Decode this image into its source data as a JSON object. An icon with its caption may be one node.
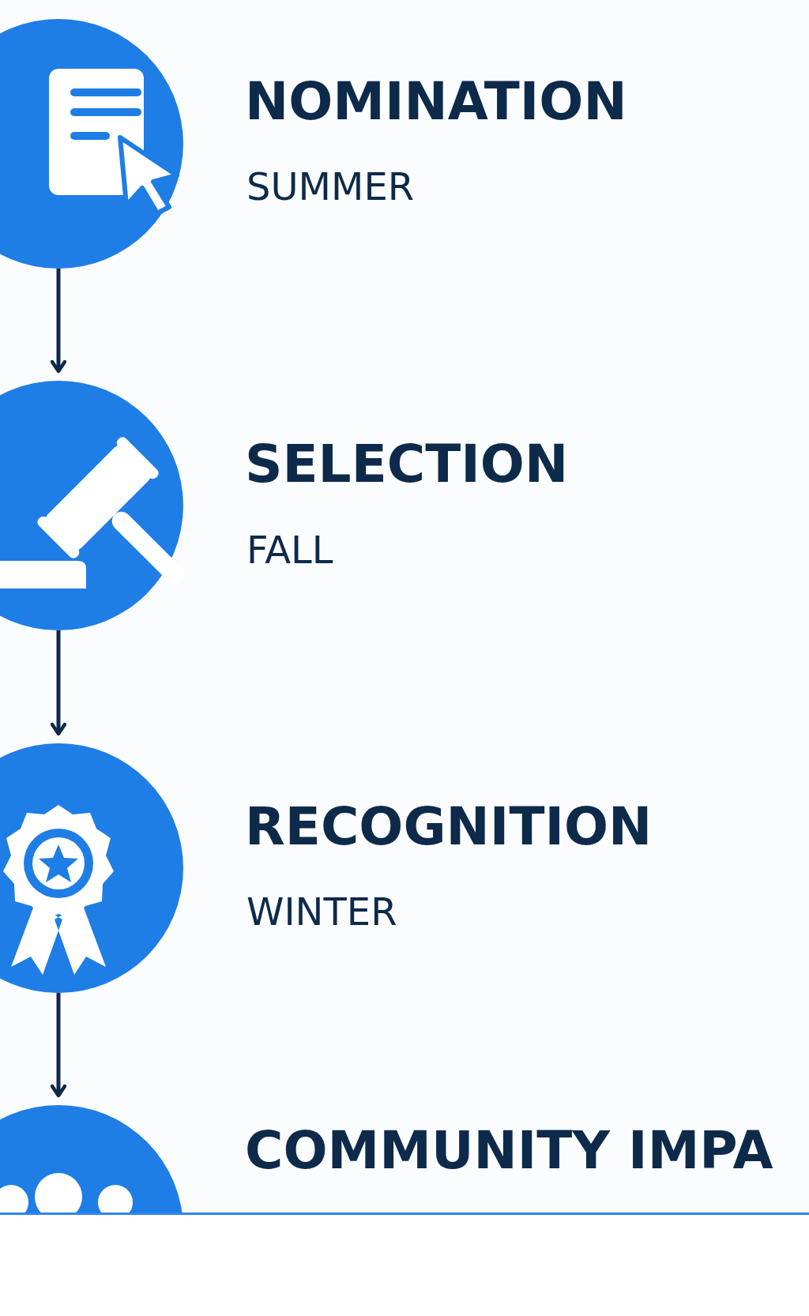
{
  "diagram": {
    "nodes": [
      {
        "text": [],
        "shape": "circle",
        "beside": [
          "NOMINATION",
          "SUMMER"
        ]
      },
      {
        "text": [],
        "shape": "circle",
        "beside": [
          "SELECTION",
          "FALL"
        ]
      },
      {
        "text": [],
        "shape": "circle",
        "beside": [
          "RECOGNITION",
          "WINTER"
        ]
      },
      {
        "text": [],
        "shape": "circle",
        "beside": [
          "COMMUNITY IMPA"
        ]
      }
    ],
    "edges": [
      {
        "from": 0,
        "to": 1,
        "arrow": "to"
      },
      {
        "from": 1,
        "to": 2,
        "arrow": "to"
      },
      {
        "from": 2,
        "to": 3,
        "arrow": "to"
      }
    ]
  }
}
